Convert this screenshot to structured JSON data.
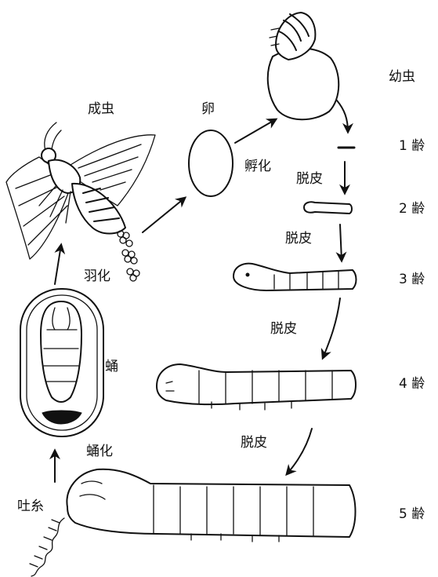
{
  "labels": {
    "adult": "成虫",
    "egg": "卵",
    "hatching": "孵化",
    "larva": "幼虫",
    "instar1": "1 齢",
    "instar2": "2 齢",
    "instar3": "3 齢",
    "instar4": "4 齢",
    "instar5": "5 齢",
    "molt1": "脱皮",
    "molt2": "脱皮",
    "molt3": "脱皮",
    "molt4": "脱皮",
    "eclosion": "羽化",
    "pupa": "蛹",
    "pupation": "蛹化",
    "spinning": "吐糸"
  }
}
